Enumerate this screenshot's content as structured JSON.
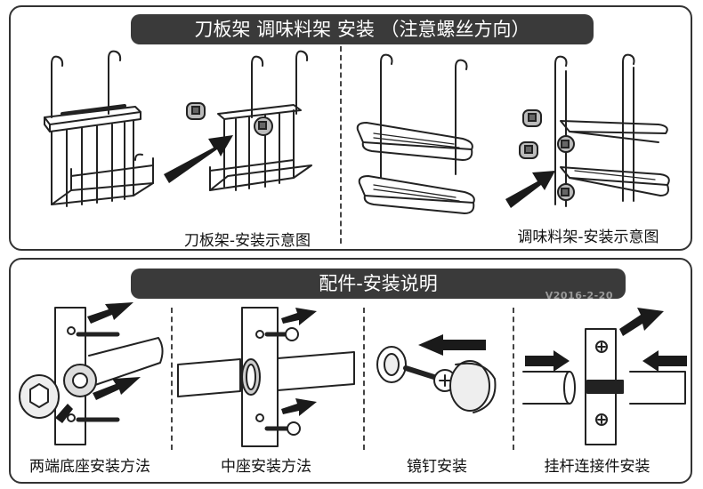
{
  "top_section": {
    "title": "刀板架 调味料架 安装 （注意螺丝方向）",
    "captions": {
      "knife_rack": "刀板架-安装示意图",
      "spice_rack": "调味料架-安装示意图"
    }
  },
  "bottom_section": {
    "title": "配件-安装说明",
    "version": "V2016-2-20",
    "captions": {
      "end_base": "两端底座安装方法",
      "middle_base": "中座安装方法",
      "mirror_nail": "镜钉安装",
      "rod_connector": "挂杆连接件安装"
    }
  },
  "colors": {
    "banner_bg": "#3a3a3a",
    "banner_text": "#ffffff",
    "line": "#222222",
    "arrow": "#1a1a1a",
    "border": "#333333"
  }
}
